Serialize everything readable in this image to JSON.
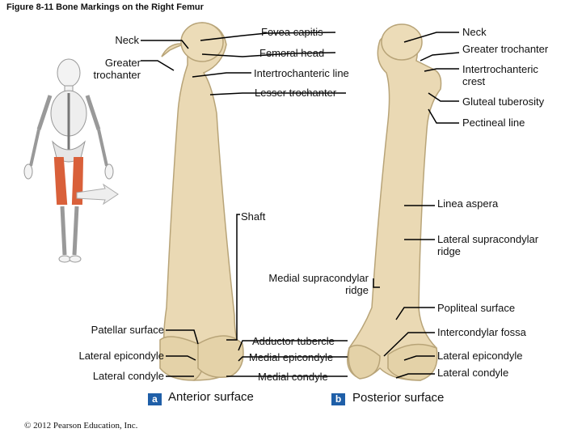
{
  "title": "Figure 8-11  Bone Markings on the Right Femur",
  "copyright": "© 2012 Pearson Education, Inc.",
  "colors": {
    "bone": "#ead9b4",
    "bone_shade": "#cdb88a",
    "highlight": "#d9603a",
    "badge": "#1f5fa8"
  },
  "left_labels": {
    "neck": "Neck",
    "greater_trochanter": "Greater\ntrochanter",
    "fovea_capitis": "Fovea capitis",
    "femoral_head": "Femoral head",
    "intertrochanteric_line": "Intertrochanteric line",
    "lesser_trochanter": "Lesser trochanter",
    "shaft": "Shaft",
    "medial_supracondylar_ridge": "Medial supracondylar\nridge",
    "patellar_surface": "Patellar surface",
    "lateral_epicondyle": "Lateral epicondyle",
    "lateral_condyle": "Lateral condyle",
    "adductor_tubercle": "Adductor tubercle",
    "medial_epicondyle": "Medial epicondyle",
    "medial_condyle": "Medial condyle"
  },
  "right_labels": {
    "neck": "Neck",
    "greater_trochanter": "Greater trochanter",
    "intertrochanteric_crest": "Intertrochanteric\ncrest",
    "gluteal_tuberosity": "Gluteal tuberosity",
    "pectineal_line": "Pectineal line",
    "linea_aspera": "Linea aspera",
    "lateral_supracondylar_ridge": "Lateral supracondylar\nridge",
    "popliteal_surface": "Popliteal surface",
    "intercondylar_fossa": "Intercondylar fossa",
    "lateral_epicondyle": "Lateral epicondyle",
    "lateral_condyle": "Lateral condyle"
  },
  "captions": {
    "a_badge": "a",
    "a_text": "Anterior surface",
    "b_badge": "b",
    "b_text": "Posterior surface"
  }
}
